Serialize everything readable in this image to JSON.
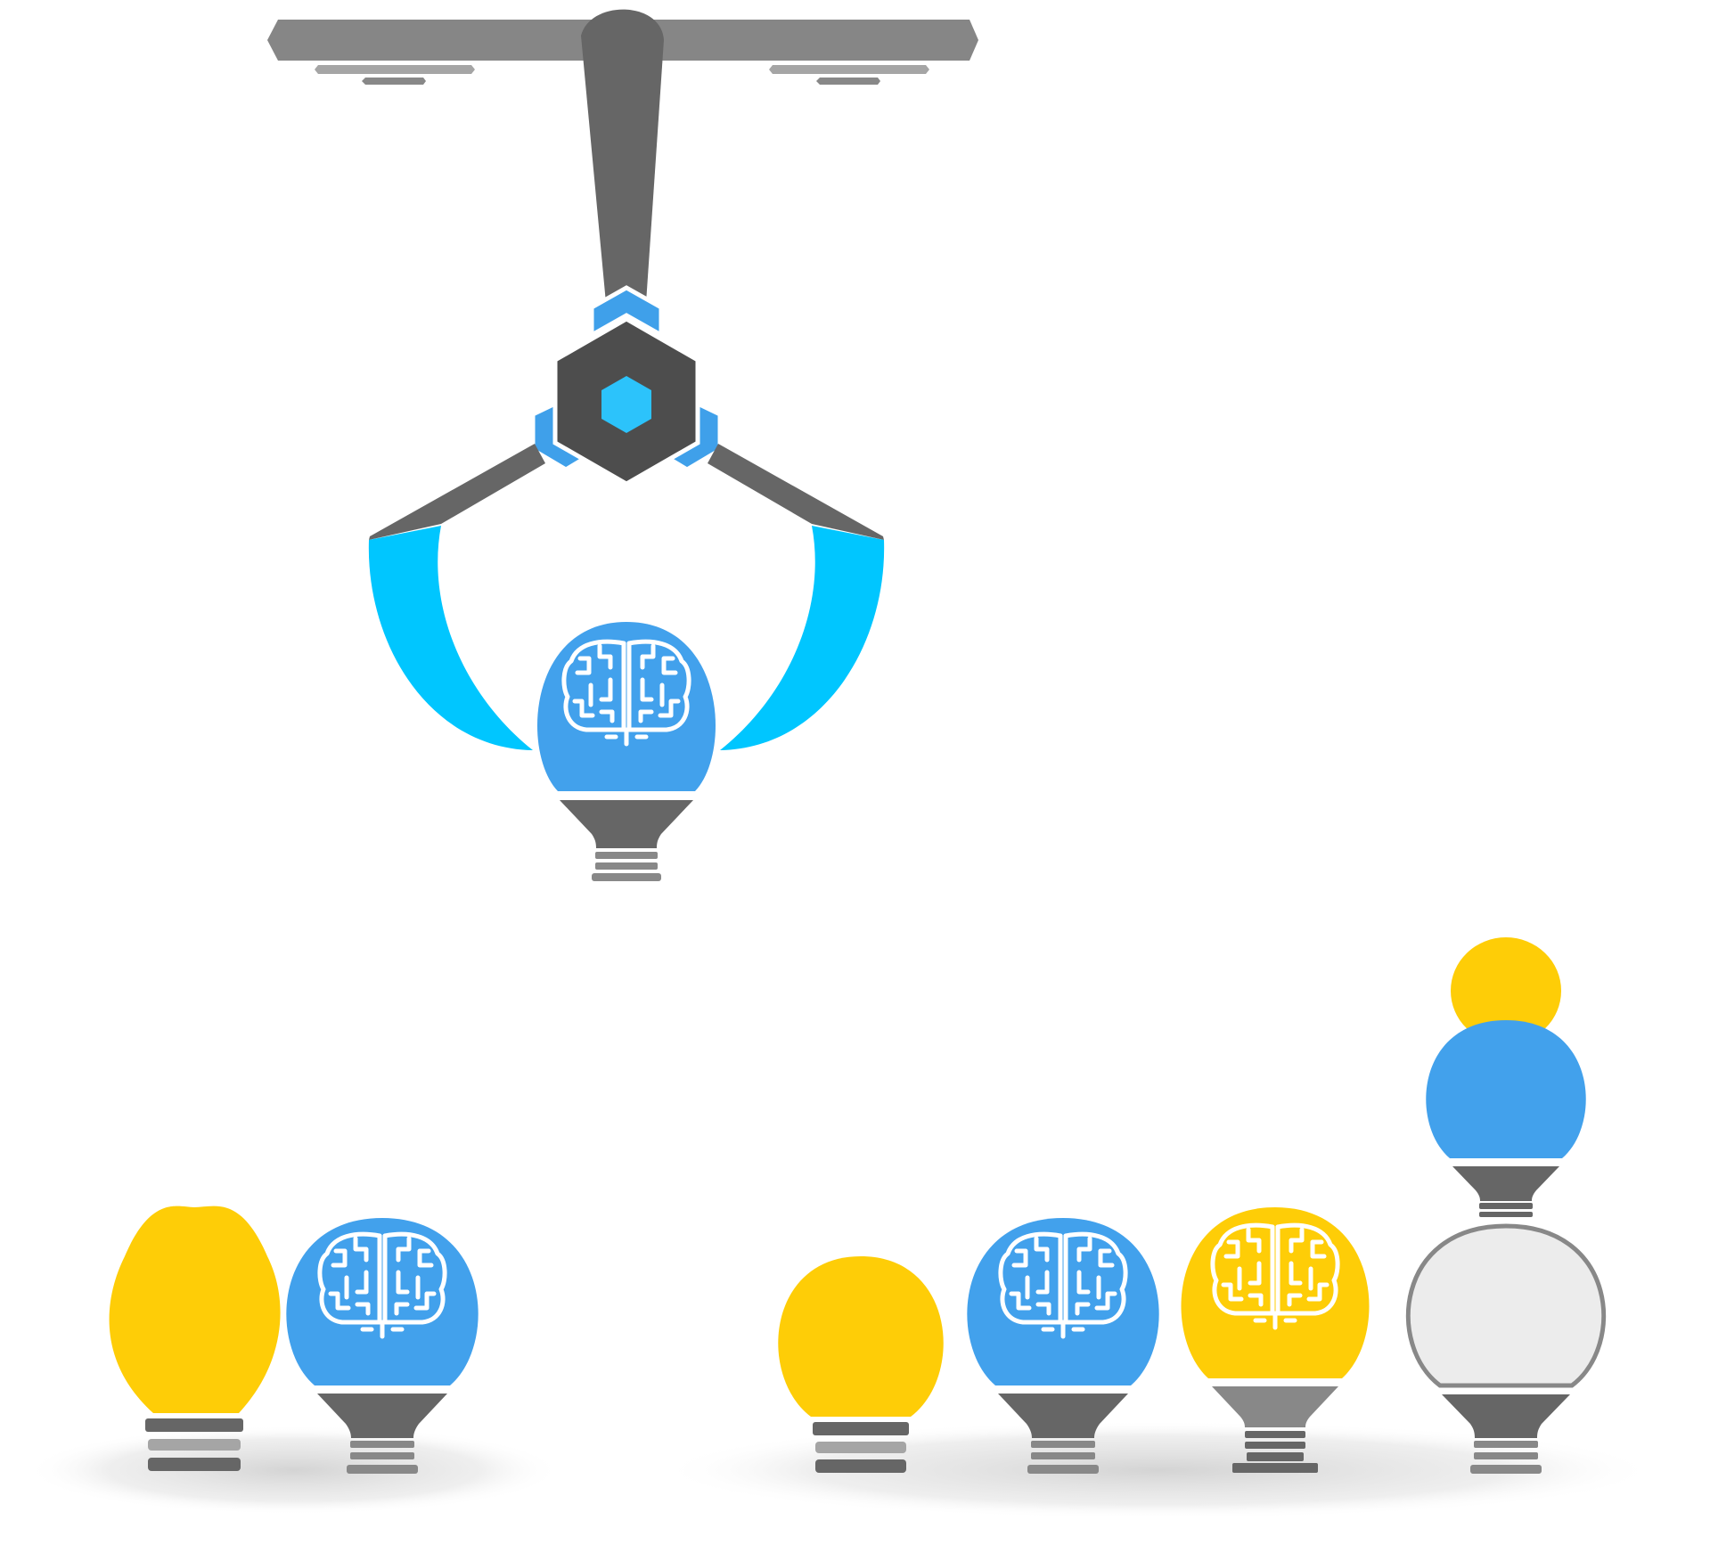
{
  "palette": {
    "rail": "#868686",
    "arm_dark": "#666666",
    "hub_dark": "#4d4d4d",
    "accent_blue": "#3fa0ea",
    "finger_cyan": "#00c6ff",
    "bulb_blue": "#42a1ec",
    "bulb_yellow": "#fecd07",
    "bulb_empty": "#ececec",
    "base_dark": "#666666",
    "base_light": "#a5a5a5",
    "base_mid": "#888888",
    "shadow": "#d9d9d9"
  },
  "icons": {
    "gripper": "robotic-claw-icon",
    "bulb": "light-bulb-icon",
    "brain": "circuit-brain-icon"
  },
  "bulbs": [
    {
      "name": "bulb-held",
      "color": "bulb_blue",
      "brain": true,
      "shape": "round"
    },
    {
      "name": "bulb-1",
      "color": "bulb_yellow",
      "brain": false,
      "shape": "egg"
    },
    {
      "name": "bulb-2",
      "color": "bulb_blue",
      "brain": true,
      "shape": "round"
    },
    {
      "name": "bulb-3",
      "color": "bulb_yellow",
      "brain": false,
      "shape": "round"
    },
    {
      "name": "bulb-4",
      "color": "bulb_blue",
      "brain": true,
      "shape": "round"
    },
    {
      "name": "bulb-5",
      "color": "bulb_yellow",
      "brain": true,
      "shape": "round"
    },
    {
      "name": "bulb-6-stack",
      "color": "bulb_empty",
      "brain": false,
      "shape": "stack"
    }
  ]
}
